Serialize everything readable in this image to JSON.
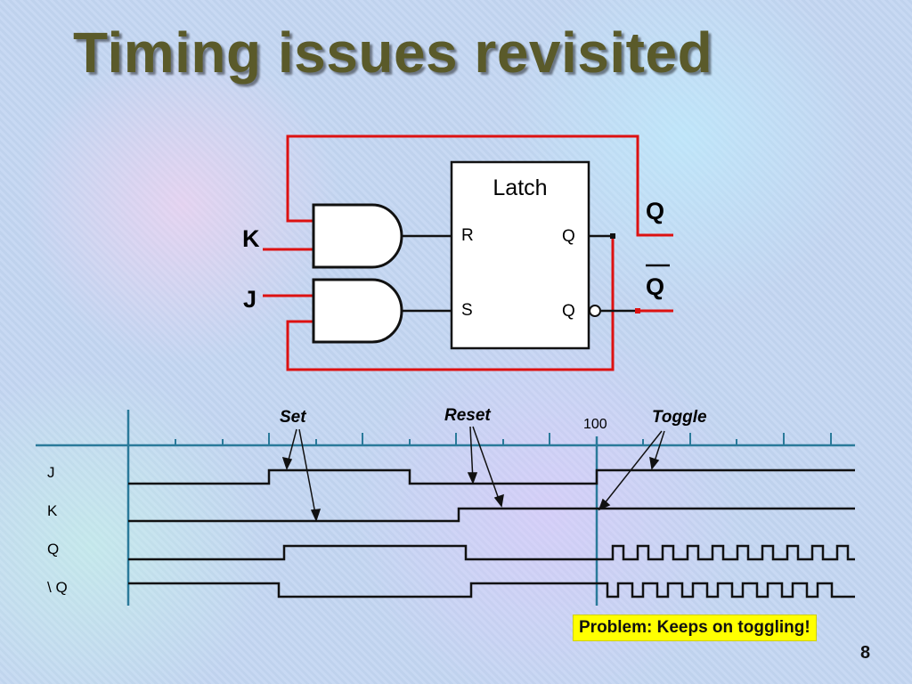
{
  "slide": {
    "title": "Timing issues revisited",
    "page_number": "8",
    "problem_box": "Problem: Keeps on toggling!"
  },
  "circuit": {
    "latch_label": "Latch",
    "pin_r": "R",
    "pin_s": "S",
    "pin_q_top": "Q",
    "pin_q_bottom": "Q",
    "input_k": "K",
    "input_j": "J",
    "output_q": "Q",
    "output_qbar": "Q",
    "wire_color": "#dd1111"
  },
  "timing": {
    "signals": [
      "J",
      "K",
      "Q",
      "\\ Q"
    ],
    "marker_100": "100",
    "annotations": {
      "set": "Set",
      "reset": "Reset",
      "toggle": "Toggle"
    },
    "axis_color": "#2a7a9a"
  }
}
